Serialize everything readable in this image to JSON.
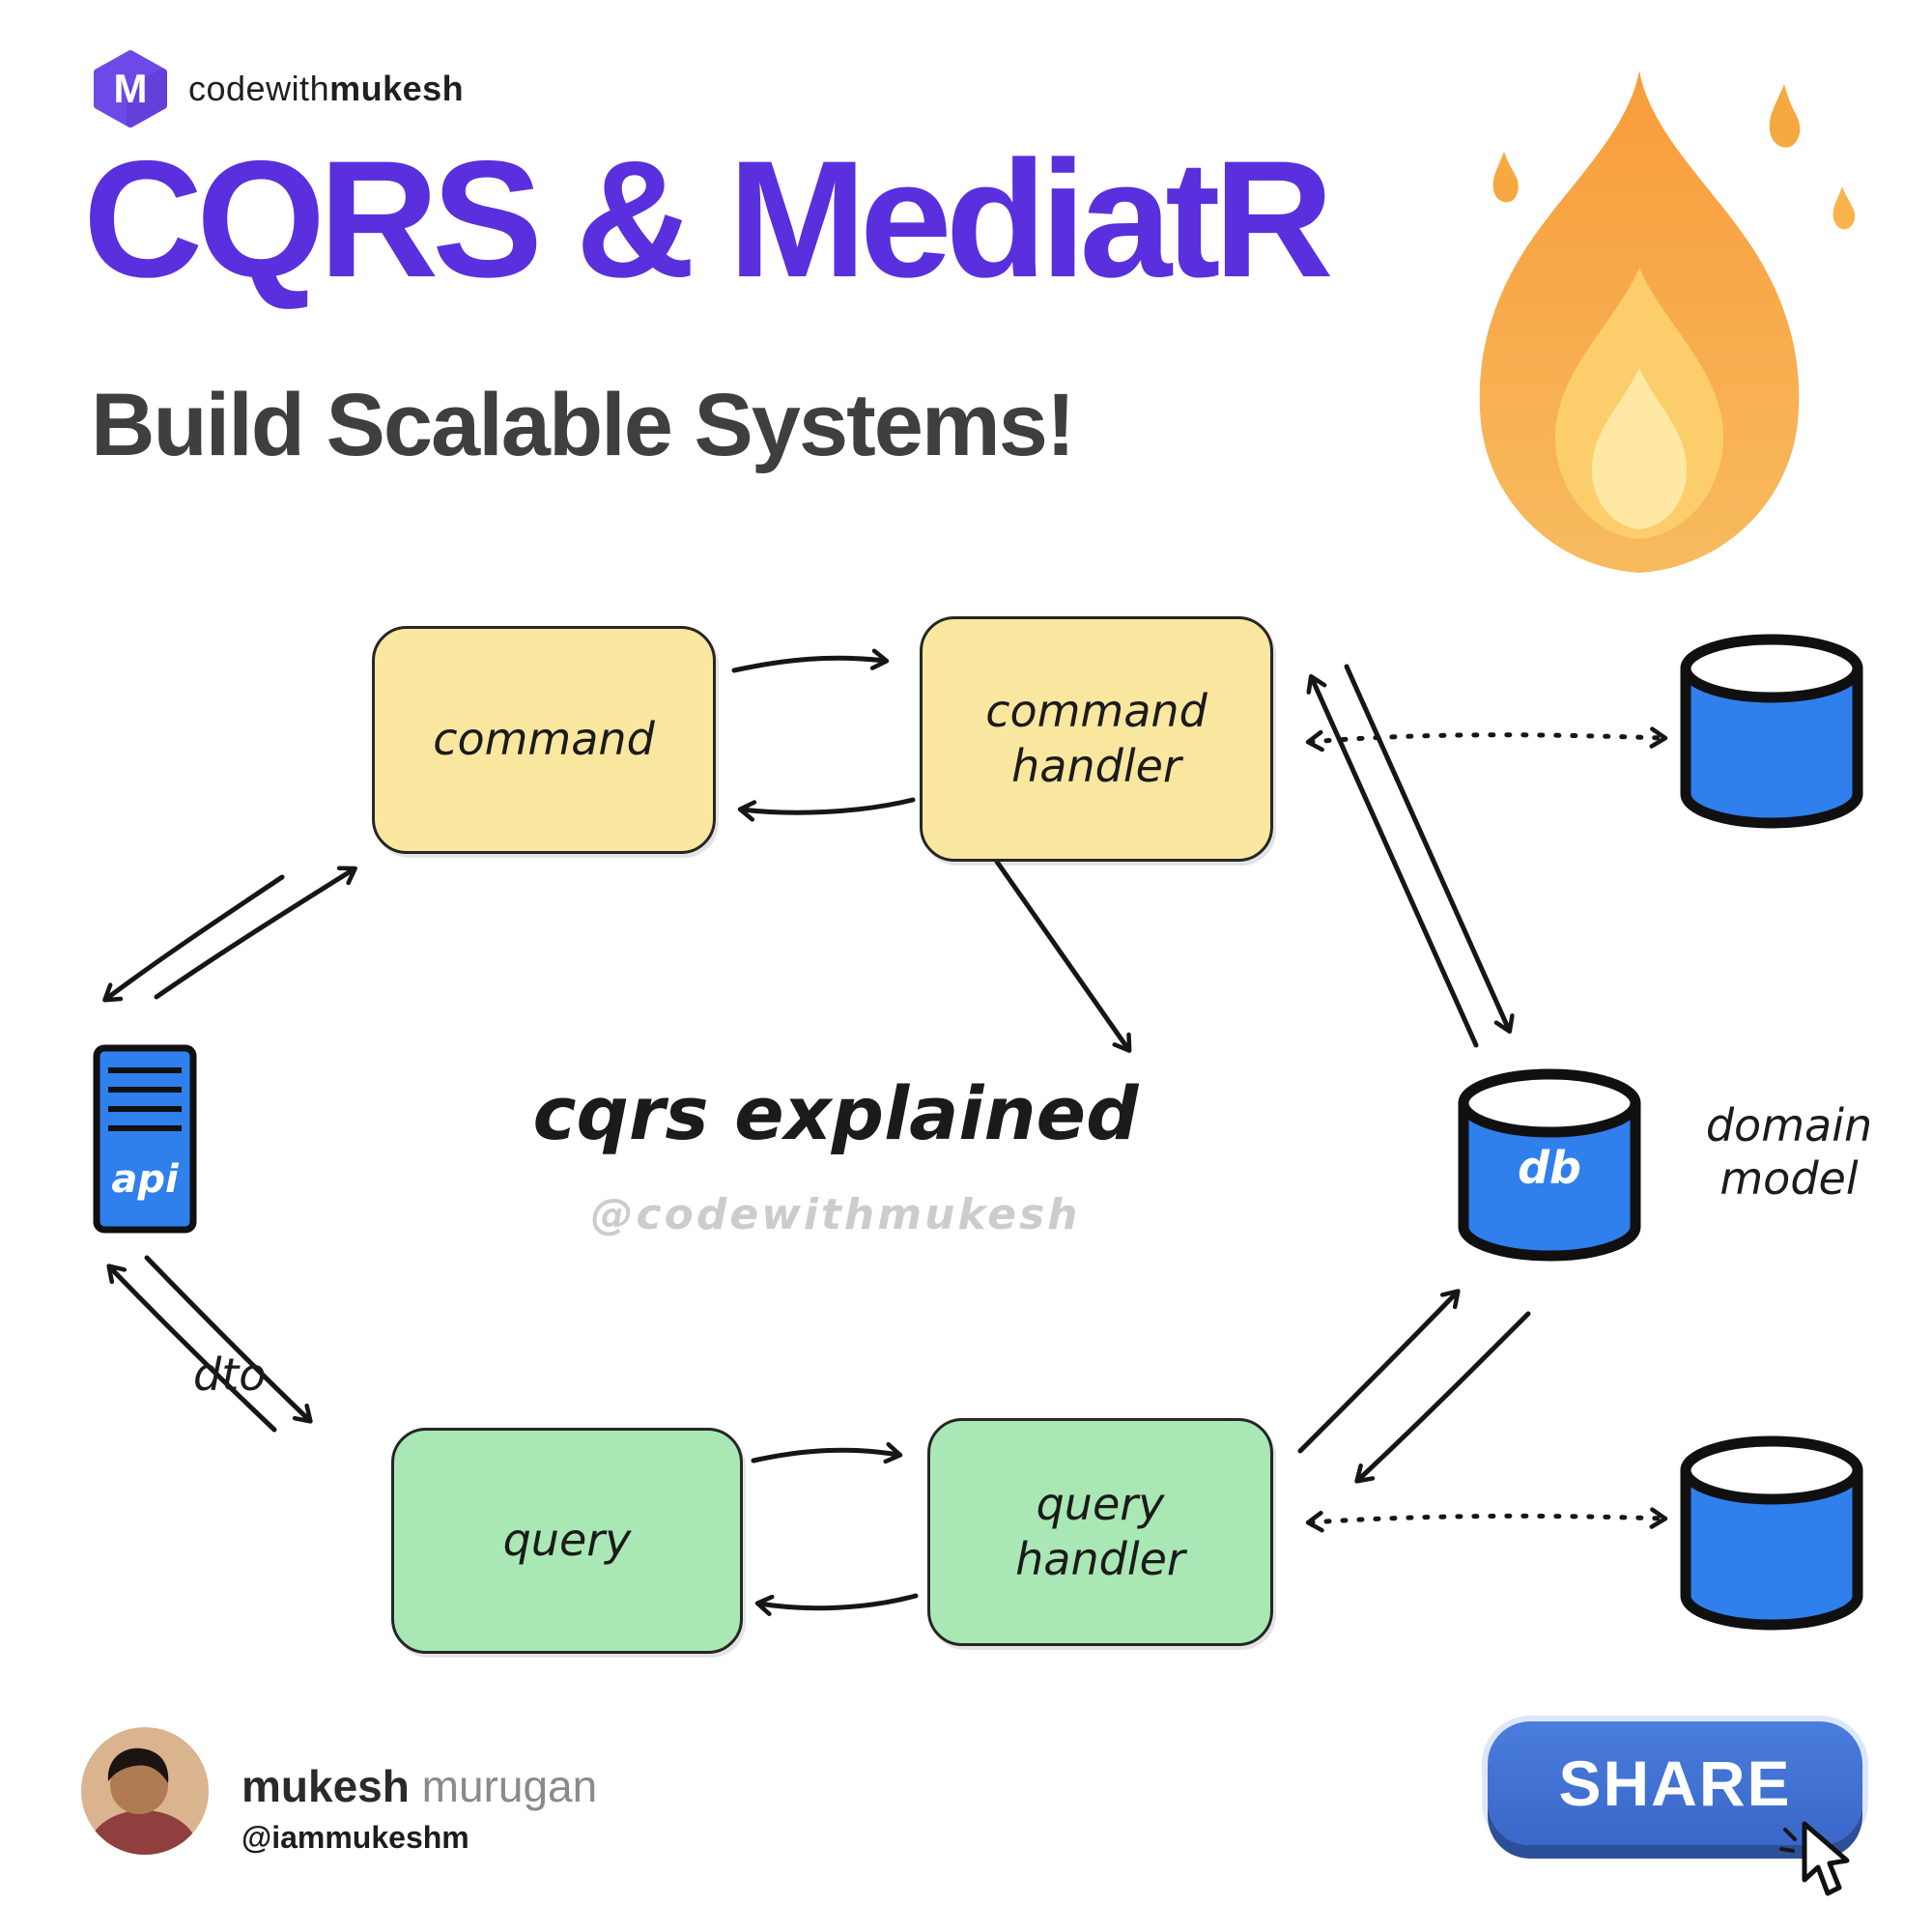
{
  "brand": {
    "monogram": "M",
    "name_regular": "codewith",
    "name_bold": "mukesh"
  },
  "header": {
    "title": "CQRS & MediatR",
    "subtitle": "Build Scalable Systems!"
  },
  "diagram": {
    "center_title": "cqrs explained",
    "watermark": "@codewithmukesh",
    "command_label": "command",
    "command_handler_label": "command handler",
    "query_label": "query",
    "query_handler_label": "query handler",
    "api_label": "api",
    "db_label": "db",
    "domain_model_label": "domain model",
    "dto_label": "dto"
  },
  "footer": {
    "author_first": "mukesh",
    "author_last": "murugan",
    "handle": "@iammukeshm",
    "share_label": "SHARE"
  },
  "colors": {
    "accent_purple": "#5A2FDD",
    "subtitle_gray": "#3F3F3F",
    "command_fill": "#FAE79F",
    "query_fill": "#A9E8B4",
    "database_blue": "#2F7FEC",
    "share_blue": "#3E6ED2",
    "watermark_gray": "#CCCCCC"
  }
}
